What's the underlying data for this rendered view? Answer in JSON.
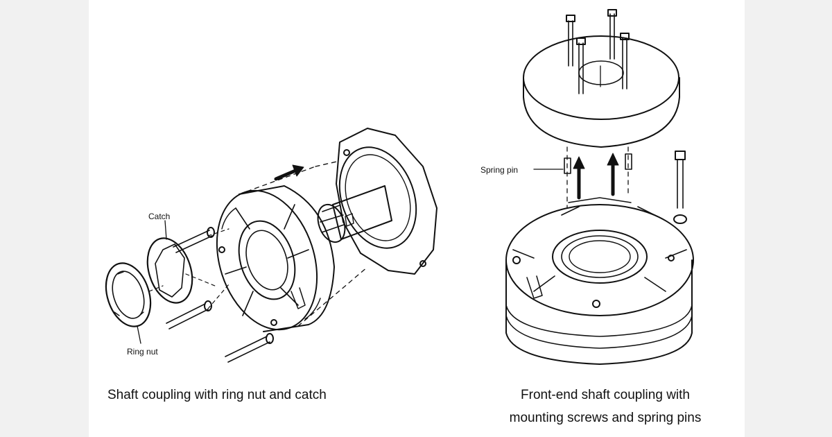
{
  "labels": {
    "catch": "Catch",
    "ring_nut": "Ring nut",
    "spring_pin": "Spring pin"
  },
  "captions": {
    "left": "Shaft coupling with ring nut and catch",
    "right_line1": "Front-end shaft coupling with",
    "right_line2": "mounting screws and spring pins"
  },
  "colors": {
    "ink": "#111111",
    "paper": "#ffffff",
    "margin": "#f1f1f1"
  }
}
